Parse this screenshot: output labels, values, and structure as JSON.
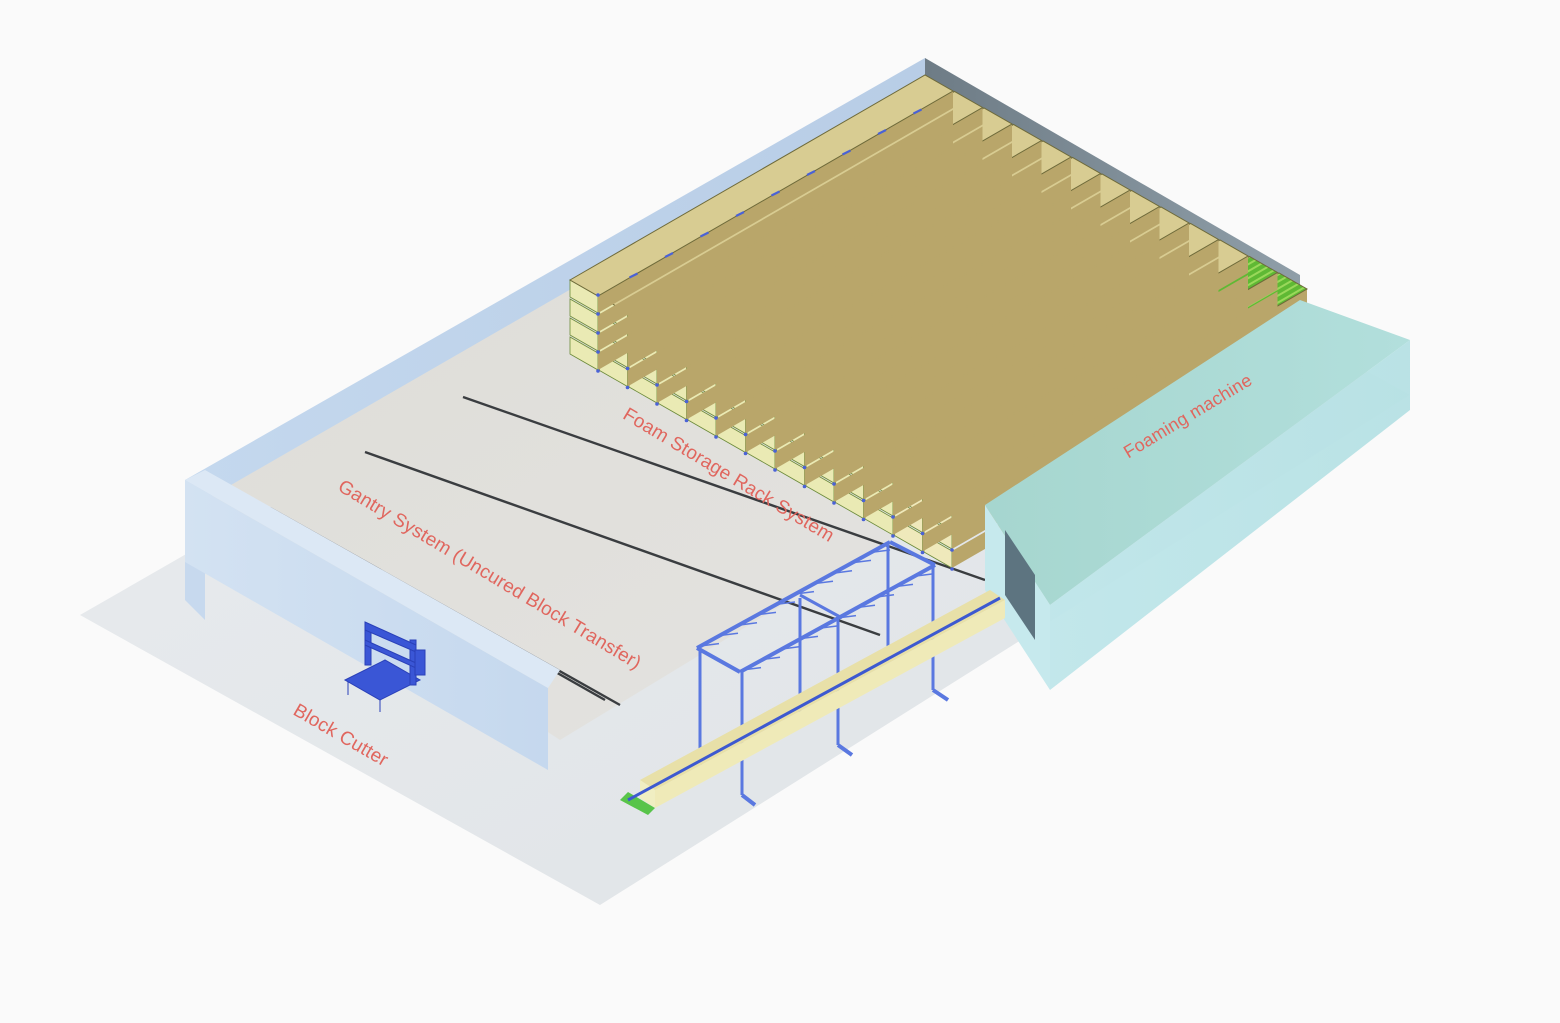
{
  "labels": {
    "block_cutter": "Block Cutter",
    "gantry_system": "Gantry System (Uncured Block Transfer)",
    "foam_storage": "Foam Storage Rack System",
    "foaming_machine": "Foaming machine"
  },
  "colors": {
    "background": "#fafafa",
    "floor_outer": "#e6e9ec",
    "floor_inner": "#dcdcd8",
    "wall_light": "#c9dcef",
    "wall_dark": "#7d8e98",
    "foam_top": "#d8cc92",
    "foam_side": "#eaeab4",
    "rack_blue": "#4a62d6",
    "rack_green": "#6cc43c",
    "foaming_machine_top": "#a9d9d4",
    "foaming_machine_side": "#bde7ea",
    "label_red": "#e0665e",
    "rail": "#3a3d40"
  },
  "scene": {
    "foam_rack_rows": 11,
    "green_rack_rows": 2,
    "rack_tiers": 4,
    "gantry_rails": 4
  }
}
